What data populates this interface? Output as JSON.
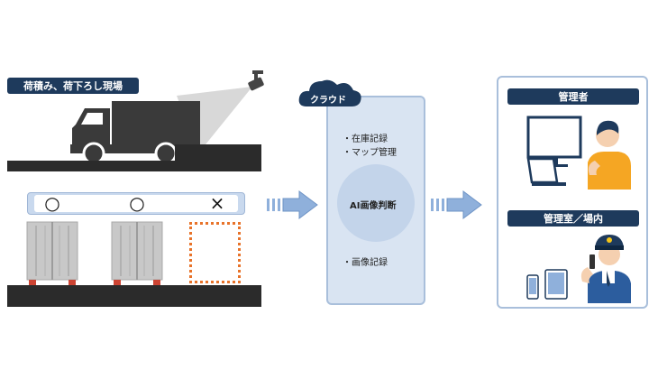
{
  "site": {
    "title": "荷積み、荷下ろし現場"
  },
  "status_marks": [
    "○",
    "○",
    "×"
  ],
  "cloud": {
    "title": "クラウド",
    "items_top": [
      "・在庫記録",
      "・マップ管理"
    ],
    "center": "AI画像判断",
    "items_bottom": [
      "・画像記録"
    ]
  },
  "destinations": {
    "admin_label": "管理者",
    "room_label": "管理室／場内"
  },
  "colors": {
    "label_bg": "#1e3a5c",
    "cloud_panel": "#d9e4f2",
    "arrow": "#8fb0db",
    "highlight": "#e8732a",
    "ground": "#2b2b2b"
  }
}
